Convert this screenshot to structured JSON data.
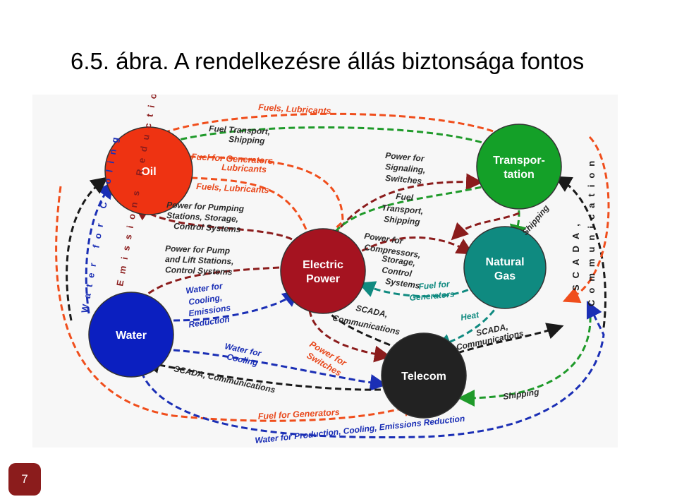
{
  "slide": {
    "title": "6.5. ábra. A rendelkezésre állás biztonsága fontos",
    "page_number": "7"
  },
  "colors": {
    "oil": "#ee3312",
    "transportation": "#14a028",
    "natural_gas": "#0f8a80",
    "electric_power": "#a51320",
    "water": "#0b1fc0",
    "telecom": "#222222",
    "fuel_arrow": "#f04e1c",
    "transport_arrow": "#1f9a2a",
    "power_arrow": "#8b1c1c",
    "water_arrow": "#1b2fb5",
    "scada_arrow": "#1a1a1a",
    "gas_arrow": "#108a80",
    "badge": "#8b1c1c"
  },
  "nodes": {
    "oil": "Oil",
    "transportation_1": "Transpor-",
    "transportation_2": "tation",
    "natural_gas_1": "Natural",
    "natural_gas_2": "Gas",
    "electric_power_1": "Electric",
    "electric_power_2": "Power",
    "water": "Water",
    "telecom": "Telecom"
  },
  "labels": {
    "fuels_lubricants_top": "Fuels, Lubricants",
    "fuel_transport_shipping_1": "Fuel Transport,",
    "fuel_transport_shipping_2": "Shipping",
    "fuel_for_generators_lubricants_1": "Fuel for Generators,",
    "fuel_for_generators_lubricants_2": "Lubricants",
    "fuels_lubricants_mid": "Fuels, Lubricants",
    "power_for_signaling_1": "Power for",
    "power_for_signaling_2": "Signaling,",
    "power_for_signaling_3": "Switches",
    "power_for_pumping_1": "Power for Pumping",
    "power_for_pumping_2": "Stations, Storage,",
    "power_for_pumping_3": "Control Systems",
    "fuel_transport_shipping_gas_1": "Fuel",
    "fuel_transport_shipping_gas_2": "Transport,",
    "fuel_transport_shipping_gas_3": "Shipping",
    "shipping_transport_gas": "Shipping",
    "power_for_compressors_1": "Power for",
    "power_for_compressors_2": "Compressors,",
    "power_for_compressors_3": "Storage,",
    "power_for_compressors_4": "Control",
    "power_for_compressors_5": "Systems",
    "power_for_pump_lift_1": "Power for Pump",
    "power_for_pump_lift_2": "and Lift Stations,",
    "power_for_pump_lift_3": "Control Systems",
    "fuel_for_generators_gas_1": "Fuel for",
    "fuel_for_generators_gas_2": "Generators",
    "water_for_cooling_emissions_1": "Water for",
    "water_for_cooling_emissions_2": "Cooling,",
    "water_for_cooling_emissions_3": "Emissions",
    "water_for_cooling_emissions_4": "Reduction",
    "scada_comm_power_1": "SCADA,",
    "scada_comm_power_2": "Communications",
    "heat": "Heat",
    "scada_comm_gas_1": "SCADA,",
    "scada_comm_gas_2": "Communications",
    "water_for_cooling_1": "Water for",
    "water_for_cooling_2": "Cooling",
    "power_for_switches_1": "Power for",
    "power_for_switches_2": "Switches",
    "scada_comm_water": "SCADA, Communications",
    "shipping_bottom": "Shipping",
    "fuel_for_generators_bottom": "Fuel for Generators",
    "water_for_production": "Water for Production, Cooling, Emissions Reduction",
    "vertical_water_cooling": "Water for Cooling",
    "vertical_emissions": "Emissions Reduction",
    "vertical_scada_1": "SCADA,",
    "vertical_scada_2": "Communication"
  }
}
